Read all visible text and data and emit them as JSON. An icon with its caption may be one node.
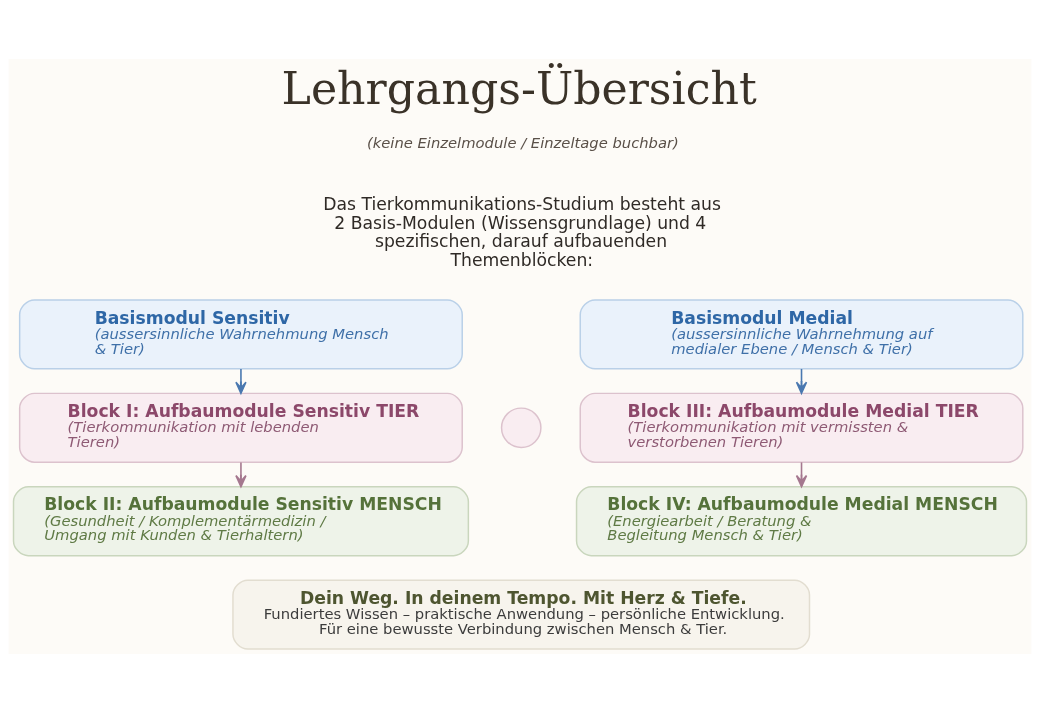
{
  "diagram": {
    "title": "Lehrgangs-Übersicht",
    "nodes": [
      {
        "text": [
          "Basismodul Sensitiv",
          "(aussersinnliche Wahrnehmung Mensch & Tier)"
        ]
      },
      {
        "text": [
          "Basismodul Medial",
          "(aussersinnliche Wahrnehmung auf medialer Ebene / Mensch & Tier)"
        ]
      },
      {
        "text": [
          "Block I: Aufbaumodule Sensitiv TIER",
          "(Tierkommunikation mit lebenden Tieren)"
        ]
      },
      {
        "text": [],
        "shape": "circle"
      },
      {
        "text": [
          "Block III: Aufbaumodule Medial TIER",
          "(Tierkommunikation mit vermissten & verstorbenen Tieren)"
        ]
      },
      {
        "text": [
          "Block II: Aufbaumodule Sensitiv MENSCH",
          "(Gesundheit / Komplementärmedizin / Umgang mit Kunden & Tierhaltern)"
        ]
      },
      {
        "text": [
          "Block IV: Aufbaumodule Medial MENSCH",
          "(Energiearbeit / Beratung & Begleitung Mensch & Tier)"
        ]
      },
      {
        "text": [
          "Dein Weg. In deinem Tempo. Mit Herz & Tiefe.",
          "Fundiertes Wissen – praktische Anwendung – persönliche Entwicklung.",
          "Für eine bewusste Verbindung zwischen Mensch & Tier."
        ]
      }
    ],
    "edges": [
      {
        "from": 0,
        "to": 2,
        "arrow": "to",
        "color": "#4a78b0"
      },
      {
        "from": 2,
        "to": 5,
        "arrow": "to",
        "color": "#a5788f"
      },
      {
        "from": 1,
        "to": 4,
        "arrow": "to",
        "color": "#4a78b0"
      },
      {
        "from": 4,
        "to": 6,
        "arrow": "to",
        "color": "#a5788f"
      }
    ],
    "labels": [
      "(keine Einzelmodule / Einzeltage buchbar)",
      "Das Tierkommunikations-Studium besteht aus 2 Basis-Modulen (Wissensgrundlage) und 4 spezifischen, darauf aufbauenden Themenblöcken:"
    ]
  }
}
